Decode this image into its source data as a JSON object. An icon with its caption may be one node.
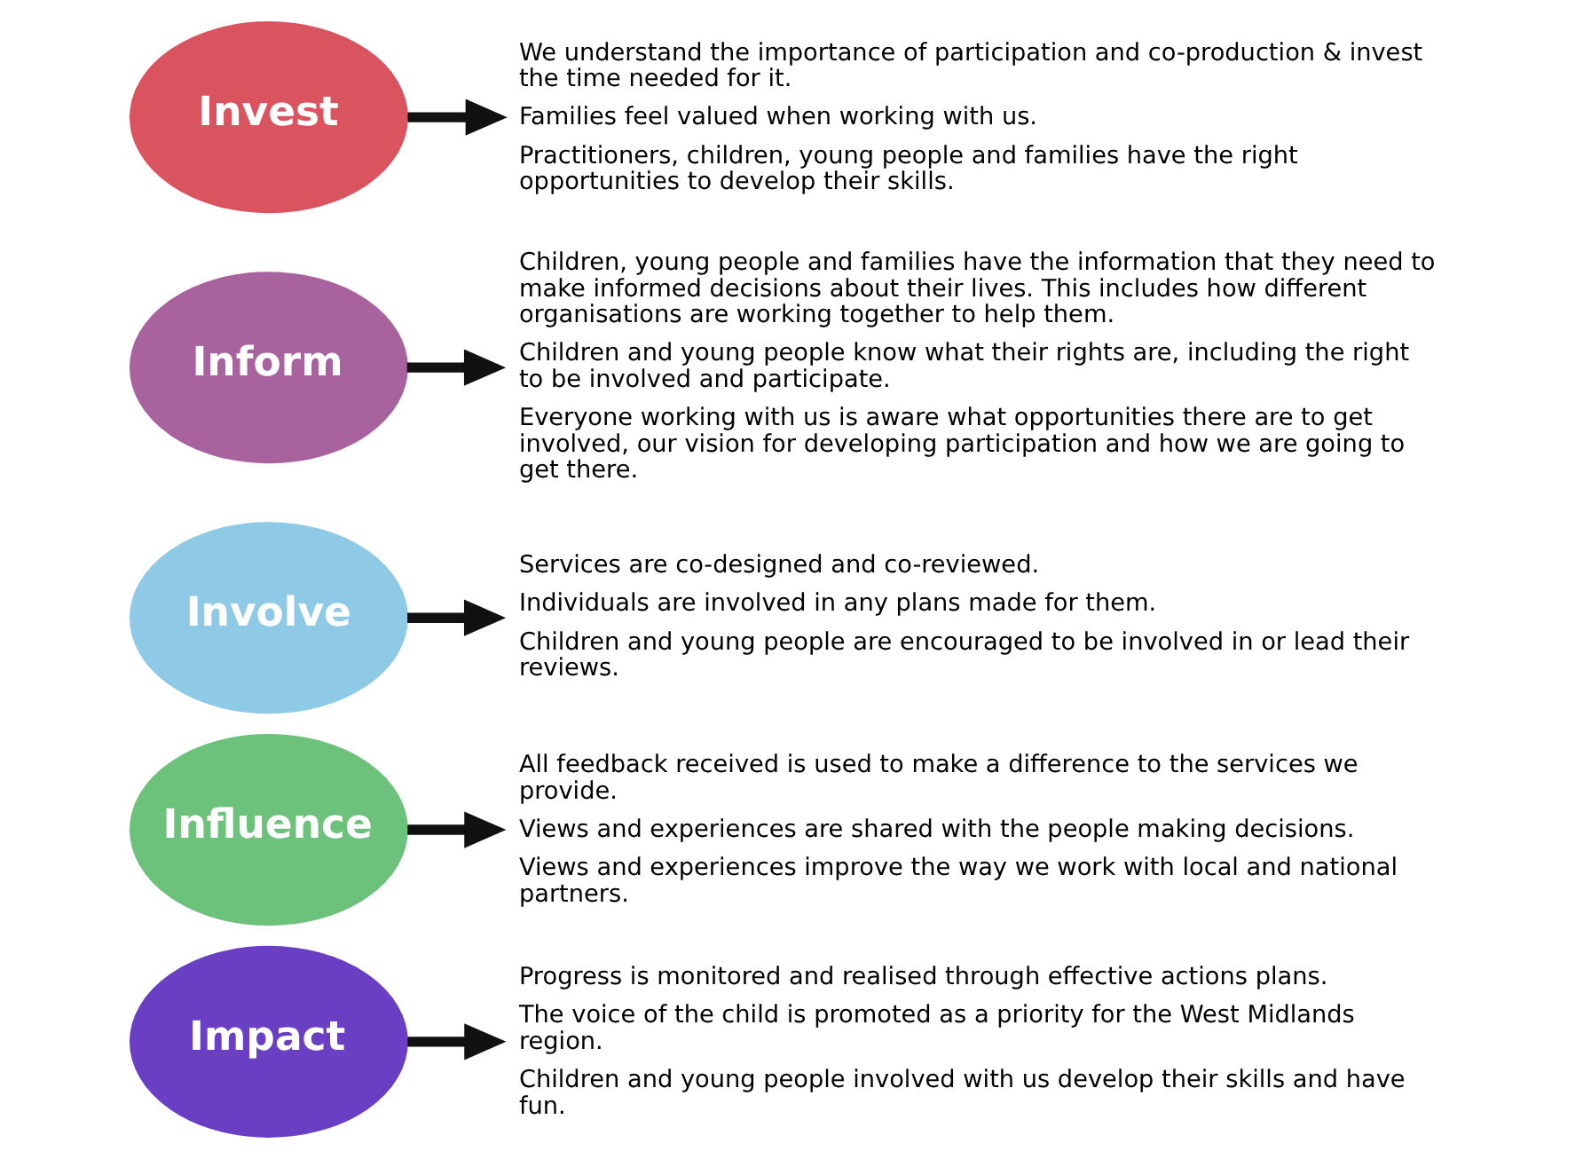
{
  "diagram": {
    "nodes": [
      {
        "text": [
          "Invest"
        ]
      },
      {
        "text": [
          "Inform"
        ]
      },
      {
        "text": [
          "Involve"
        ]
      },
      {
        "text": [
          "Influence"
        ]
      },
      {
        "text": [
          "Impact"
        ]
      },
      {
        "text": [
          "We understand the importance of participation and co-production & invest the time needed for it.",
          "Families feel valued when working with us.",
          "Practitioners, children, young people and families have the right opportunities to develop their skills."
        ]
      },
      {
        "text": [
          "Children, young people and families have the information that they need to make informed decisions about their lives. This includes how different organisations are working together to help them.",
          "Children and young people know what their rights are, including the right to be involved and participate.",
          "Everyone working with us is aware what opportunities there are to get involved, our vision for developing participation and how we are going to get there."
        ]
      },
      {
        "text": [
          "Services are co-designed and co-reviewed.",
          "Individuals are involved in any plans made for them.",
          "Children and young people are encouraged to be involved in or lead their reviews."
        ]
      },
      {
        "text": [
          "All feedback received is used to make a difference to the services we provide.",
          "Views and experiences are shared with the people making decisions.",
          "Views and experiences improve the way we work with local and national partners."
        ]
      },
      {
        "text": [
          "Progress is monitored and realised through effective actions plans.",
          "The voice of the child is promoted as a priority for the West Midlands region.",
          "Children and young people involved with us develop their skills and have fun."
        ]
      }
    ],
    "edges": [
      {
        "from": 0,
        "to": 5,
        "arrow": "to"
      },
      {
        "from": 1,
        "to": 6,
        "arrow": "to"
      },
      {
        "from": 2,
        "to": 7,
        "arrow": "to"
      },
      {
        "from": 3,
        "to": 8,
        "arrow": "to"
      },
      {
        "from": 4,
        "to": 9,
        "arrow": "to"
      }
    ]
  }
}
